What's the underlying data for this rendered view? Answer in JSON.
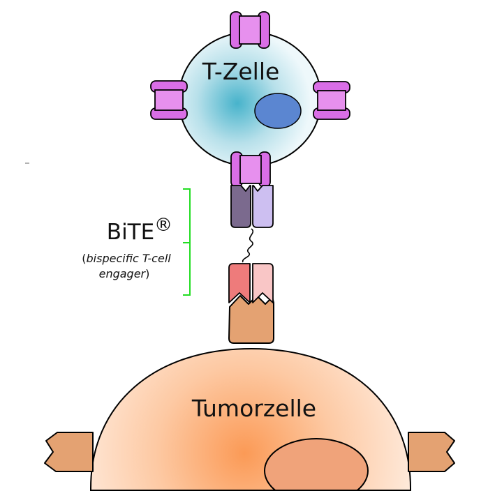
{
  "tcell": {
    "label": "T-Zelle"
  },
  "tumor": {
    "label": "Tumorzelle"
  },
  "bite": {
    "name": "BiTE",
    "trademark": "®",
    "paren_open": "(",
    "description_italic": "bispecific T-cell",
    "description_line2": "engager",
    "paren_close": ")"
  },
  "colors": {
    "tcell_center": "#47b3cb",
    "tcell_edge": "#eef8fb",
    "nucleus_tcell": "#5b86d1",
    "receptor": "#d96ee6",
    "receptor_light": "#e790ee",
    "tumor_center": "#fb9a56",
    "tumor_edge": "#fff4ec",
    "nucleus_tumor": "#f0a37a",
    "antigen": "#e4a272",
    "bite_dark": "#7b6a8e",
    "bite_light": "#cdbff1",
    "bite_red": "#ee7b7b",
    "bite_pink": "#f9c6c6",
    "bracket": "#22dd22"
  }
}
